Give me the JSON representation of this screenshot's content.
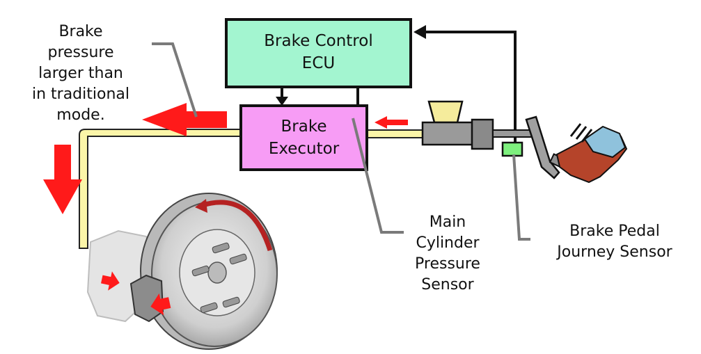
{
  "boxes": {
    "ecu": {
      "line1": "Brake Control",
      "line2": "ECU"
    },
    "executor": {
      "line1": "Brake",
      "line2": "Executor"
    }
  },
  "labels": {
    "pressure": {
      "line1": "Brake",
      "line2": "pressure",
      "line3": "larger than",
      "line4": "in traditional",
      "line5": "mode."
    },
    "main_cylinder": {
      "line1": "Main",
      "line2": "Cylinder",
      "line3": "Pressure",
      "line4": "Sensor"
    },
    "pedal_sensor": {
      "line1": "Brake Pedal",
      "line2": "Journey Sensor"
    }
  },
  "colors": {
    "ecu_fill": "#a3f5d0",
    "executor_fill": "#f79cf5",
    "pipe_fill": "#fbf5a8",
    "arrow_red": "#ff1a1a",
    "sensor_green": "#7ef07e",
    "cylinder_gray": "#9a9a9a",
    "reservoir_yellow": "#f5ec9c",
    "leader_gray": "#7a7a7a",
    "shoe_red": "#b5442a",
    "shoe_blue": "#8fc2dc"
  },
  "icons": [
    "brake-disc-icon",
    "brake-pedal-icon",
    "shoe-icon",
    "master-cylinder-icon",
    "rotation-arrow-icon",
    "motion-lines-icon"
  ]
}
